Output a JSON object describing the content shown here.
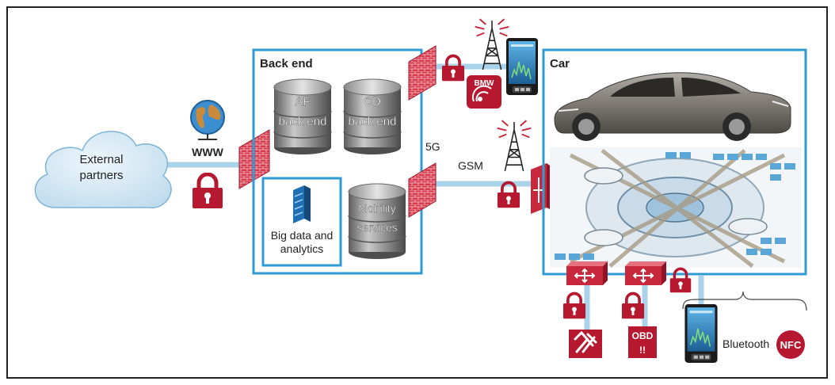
{
  "external_partners": {
    "line1": "External",
    "line2": "partners"
  },
  "www_label": "WWW",
  "backend": {
    "title": "Back end",
    "af": {
      "line1": "AF",
      "line2": "back end"
    },
    "cd": {
      "line1": "CD",
      "line2": "back end"
    },
    "mobility": {
      "line1": "Mobility",
      "line2": "services"
    },
    "bigdata": {
      "line1": "Big data and",
      "line2": "analytics"
    }
  },
  "link_5g": "5G",
  "link_gsm": "GSM",
  "bmw_badge": "BMW",
  "car": {
    "title": "Car"
  },
  "obd": {
    "line1": "OBD",
    "line2": "!!"
  },
  "bluetooth_label": "Bluetooth",
  "nfc_label": "NFC",
  "colors": {
    "accent_blue": "#2f9bd3",
    "link_blue": "#a9d3ea",
    "brand_red": "#b5182f",
    "firewall_red": "#c8283b",
    "frame": "#222222"
  }
}
